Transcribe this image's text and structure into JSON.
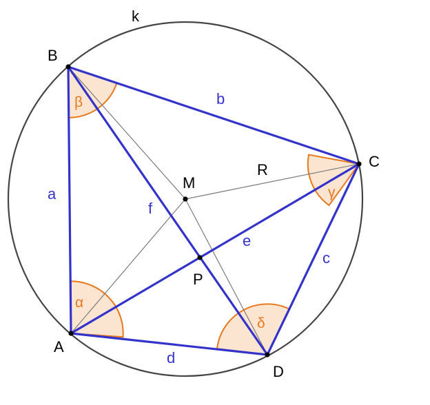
{
  "colors": {
    "edge": "#3333cc",
    "angle_stroke": "#e8781e",
    "angle_fill": "#fbe4d0",
    "construction": "#7a7a7a",
    "circle": "#444444",
    "point": "#000000",
    "side_label": "#3333cc",
    "angle_label": "#e8781e"
  },
  "circle": {
    "label": "k"
  },
  "points": [
    {
      "id": "A",
      "label": "A"
    },
    {
      "id": "B",
      "label": "B"
    },
    {
      "id": "C",
      "label": "C"
    },
    {
      "id": "D",
      "label": "D"
    },
    {
      "id": "M",
      "label": "M"
    },
    {
      "id": "P",
      "label": "P"
    }
  ],
  "sides": [
    {
      "id": "a",
      "label": "a",
      "from": "A",
      "to": "B"
    },
    {
      "id": "b",
      "label": "b",
      "from": "B",
      "to": "C"
    },
    {
      "id": "c",
      "label": "c",
      "from": "C",
      "to": "D"
    },
    {
      "id": "d",
      "label": "d",
      "from": "D",
      "to": "A"
    }
  ],
  "diagonals": [
    {
      "id": "e",
      "label": "e",
      "from": "A",
      "to": "C"
    },
    {
      "id": "f",
      "label": "f",
      "from": "B",
      "to": "D"
    }
  ],
  "radius_label": "R",
  "angles": [
    {
      "vertex": "A",
      "label": "α"
    },
    {
      "vertex": "B",
      "label": "β"
    },
    {
      "vertex": "C",
      "label": "γ"
    },
    {
      "vertex": "D",
      "label": "δ"
    }
  ]
}
